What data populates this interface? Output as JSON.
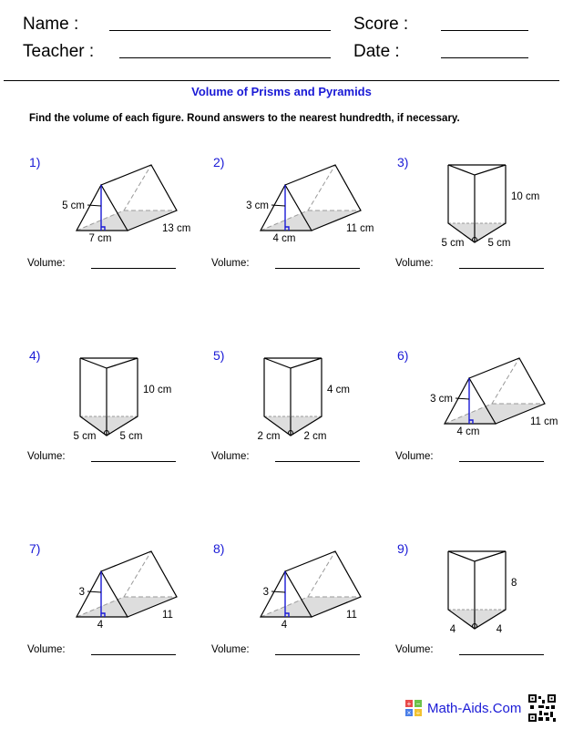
{
  "header": {
    "name_label": "Name :",
    "teacher_label": "Teacher :",
    "score_label": "Score :",
    "date_label": "Date :"
  },
  "title": "Volume of Prisms and Pyramids",
  "instructions": "Find the volume of each figure. Round answers to the nearest hundredth, if necessary.",
  "items": [
    {
      "number": "1)",
      "type": "lying",
      "labels": [
        "5 cm",
        "7 cm",
        "13 cm"
      ],
      "volume_label": "Volume:"
    },
    {
      "number": "2)",
      "type": "lying",
      "labels": [
        "3 cm",
        "4 cm",
        "11 cm"
      ],
      "volume_label": "Volume:"
    },
    {
      "number": "3)",
      "type": "upright",
      "labels": [
        "10 cm",
        "5 cm",
        "5 cm"
      ],
      "volume_label": "Volume:"
    },
    {
      "number": "4)",
      "type": "upright",
      "labels": [
        "10 cm",
        "5 cm",
        "5 cm"
      ],
      "volume_label": "Volume:"
    },
    {
      "number": "5)",
      "type": "upright",
      "labels": [
        "4 cm",
        "2 cm",
        "2 cm"
      ],
      "volume_label": "Volume:"
    },
    {
      "number": "6)",
      "type": "lying",
      "labels": [
        "3 cm",
        "4 cm",
        "11 cm"
      ],
      "volume_label": "Volume:"
    },
    {
      "number": "7)",
      "type": "lying",
      "labels": [
        "3",
        "4",
        "11"
      ],
      "volume_label": "Volume:"
    },
    {
      "number": "8)",
      "type": "lying",
      "labels": [
        "3",
        "4",
        "11"
      ],
      "volume_label": "Volume:"
    },
    {
      "number": "9)",
      "type": "upright",
      "labels": [
        "8",
        "4",
        "4"
      ],
      "volume_label": "Volume:"
    }
  ],
  "footer": {
    "brand": "Math-Aids.Com",
    "logo_icon": "math-operations-icon",
    "qr_icon": "qr-code-icon"
  },
  "colors": {
    "accent": "#1a1ad6"
  }
}
